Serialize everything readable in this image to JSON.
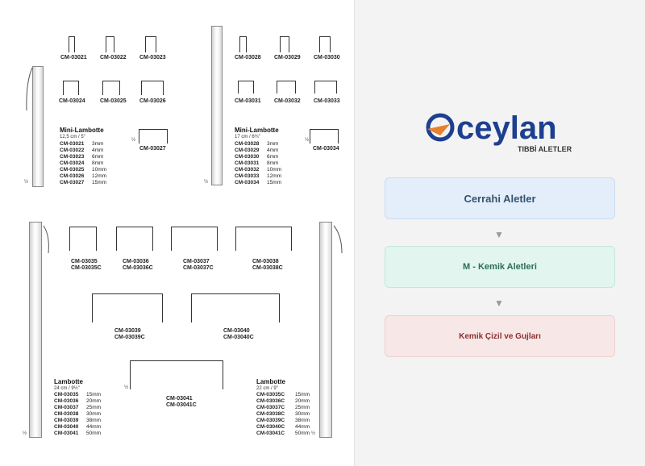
{
  "catalog": {
    "scale_label": "½",
    "codes_top_left": [
      "CM-03021",
      "CM-03022",
      "CM-03023",
      "CM-03024",
      "CM-03025",
      "CM-03026",
      "CM-03027"
    ],
    "codes_top_right": [
      "CM-03028",
      "CM-03029",
      "CM-03030",
      "CM-03031",
      "CM-03032",
      "CM-03033",
      "CM-03034"
    ],
    "mini_lambotte_1": {
      "title": "Mini-Lambotte",
      "size": "12,5 cm / 5\"",
      "rows": [
        {
          "code": "CM-03021",
          "size": "3mm"
        },
        {
          "code": "CM-03022",
          "size": "4mm"
        },
        {
          "code": "CM-03023",
          "size": "6mm"
        },
        {
          "code": "CM-03024",
          "size": "8mm"
        },
        {
          "code": "CM-03025",
          "size": "10mm"
        },
        {
          "code": "CM-03026",
          "size": "12mm"
        },
        {
          "code": "CM-03027",
          "size": "15mm"
        }
      ]
    },
    "mini_lambotte_2": {
      "title": "Mini-Lambotte",
      "size": "17 cm / 6¾\"",
      "rows": [
        {
          "code": "CM-03028",
          "size": "3mm"
        },
        {
          "code": "CM-03029",
          "size": "4mm"
        },
        {
          "code": "CM-03030",
          "size": "6mm"
        },
        {
          "code": "CM-03031",
          "size": "8mm"
        },
        {
          "code": "CM-03032",
          "size": "10mm"
        },
        {
          "code": "CM-03033",
          "size": "12mm"
        },
        {
          "code": "CM-03034",
          "size": "15mm"
        }
      ]
    },
    "bottom_codes": [
      {
        "a": "CM-03035",
        "b": "CM-03035C"
      },
      {
        "a": "CM-03036",
        "b": "CM-03036C"
      },
      {
        "a": "CM-03037",
        "b": "CM-03037C"
      },
      {
        "a": "CM-03038",
        "b": "CM-03038C"
      },
      {
        "a": "CM-03039",
        "b": "CM-03039C"
      },
      {
        "a": "CM-03040",
        "b": "CM-03040C"
      },
      {
        "a": "CM-03041",
        "b": "CM-03041C"
      }
    ],
    "lambotte_1": {
      "title": "Lambotte",
      "size": "24 cm / 9½\"",
      "rows": [
        {
          "code": "CM-03035",
          "size": "15mm"
        },
        {
          "code": "CM-03036",
          "size": "20mm"
        },
        {
          "code": "CM-03037",
          "size": "25mm"
        },
        {
          "code": "CM-03038",
          "size": "30mm"
        },
        {
          "code": "CM-03039",
          "size": "38mm"
        },
        {
          "code": "CM-03040",
          "size": "44mm"
        },
        {
          "code": "CM-03041",
          "size": "50mm"
        }
      ]
    },
    "lambotte_2": {
      "title": "Lambotte",
      "size": "22 cm / 9\"",
      "rows": [
        {
          "code": "CM-03035C",
          "size": "15mm"
        },
        {
          "code": "CM-03036C",
          "size": "20mm"
        },
        {
          "code": "CM-03037C",
          "size": "25mm"
        },
        {
          "code": "CM-03038C",
          "size": "30mm"
        },
        {
          "code": "CM-03039C",
          "size": "38mm"
        },
        {
          "code": "CM-03040C",
          "size": "44mm"
        },
        {
          "code": "CM-03041C",
          "size": "50mm"
        }
      ]
    }
  },
  "brand": {
    "name": "ceylan",
    "tagline": "TIBBİ ALETLER",
    "color_blue": "#1d3f8f",
    "color_orange": "#e8812c"
  },
  "breadcrumb": {
    "level1": "Cerrahi Aletler",
    "level2": "M - Kemik Aletleri",
    "level3": "Kemik Çizil ve Gujları",
    "arrow_icon": "▼"
  }
}
